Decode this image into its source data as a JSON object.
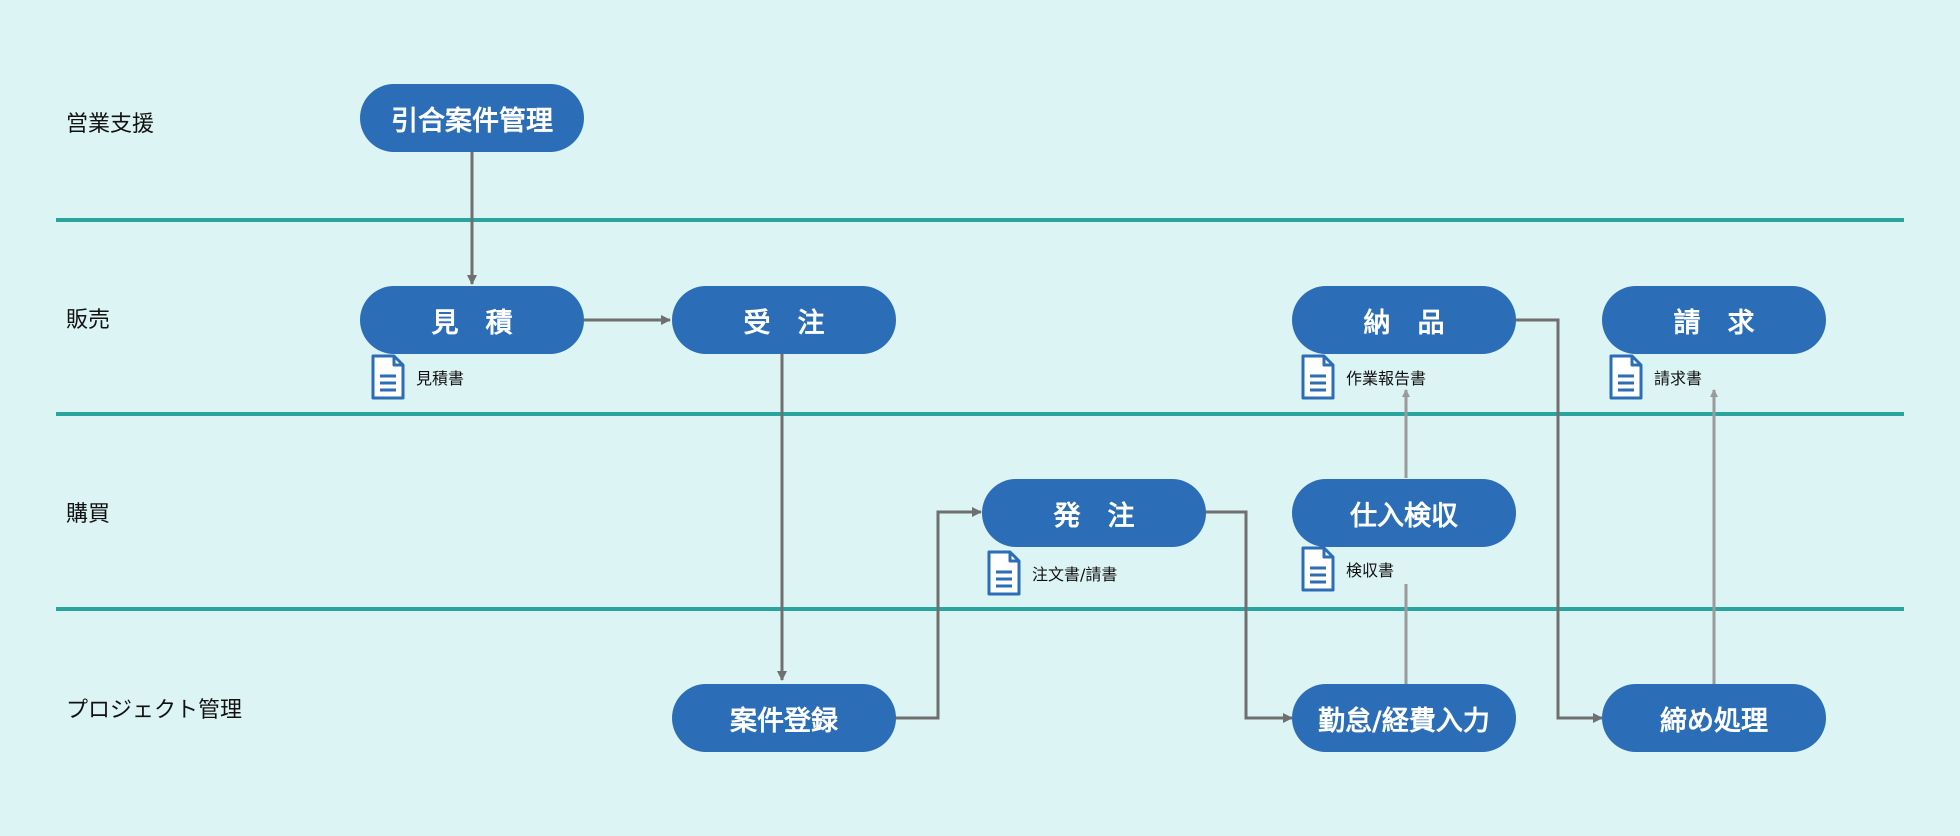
{
  "colors": {
    "background": "#dcf4f4",
    "divider": "#2aa59e",
    "node_fill": "#2b6db6",
    "node_text": "#ffffff",
    "connector": "#6f6f6f",
    "doc_icon": "#2b6db6"
  },
  "lanes": [
    {
      "label": "営業支援"
    },
    {
      "label": "販売"
    },
    {
      "label": "購買"
    },
    {
      "label": "プロジェクト管理"
    }
  ],
  "nodes": {
    "hikiai": "引合案件管理",
    "mitsumori": "見　積",
    "juchu": "受　注",
    "nohin": "納　品",
    "seikyu": "請　求",
    "hatchu": "発　注",
    "shiire_kenshu": "仕入検収",
    "anken_toroku": "案件登録",
    "kintai_keihi": "勤怠/経費入力",
    "shime_shori": "締め処理"
  },
  "documents": {
    "mitsumorisho": {
      "label": "見積書",
      "icon": "document-icon"
    },
    "sagyo_hokokusho": {
      "label": "作業報告書",
      "icon": "document-icon"
    },
    "seikyusho": {
      "label": "請求書",
      "icon": "document-icon"
    },
    "chumonsho": {
      "label": "注文書/請書",
      "icon": "document-icon"
    },
    "kenshusho": {
      "label": "検収書",
      "icon": "document-icon"
    }
  },
  "flows": [
    {
      "from": "引合案件管理",
      "to": "見　積"
    },
    {
      "from": "見　積",
      "to": "受　注"
    },
    {
      "from": "受　注",
      "to": "案件登録"
    },
    {
      "from": "案件登録",
      "to": "発　注"
    },
    {
      "from": "発　注",
      "to": "勤怠/経費入力"
    },
    {
      "from": "勤怠/経費入力",
      "to": "納　品"
    },
    {
      "from": "納　品",
      "to": "締め処理"
    },
    {
      "from": "締め処理",
      "to": "請　求"
    }
  ]
}
